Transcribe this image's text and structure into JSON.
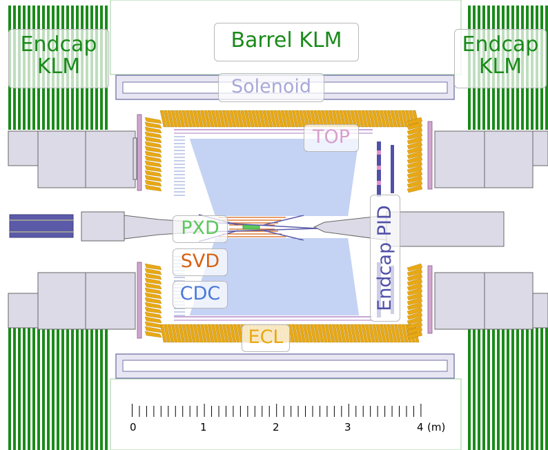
{
  "labels": {
    "barrel_klm": "Barrel KLM",
    "endcap_klm_left_line1": "Endcap",
    "endcap_klm_left_line2": "KLM",
    "endcap_klm_right_line1": "Endcap",
    "endcap_klm_right_line2": "KLM",
    "solenoid": "Solenoid",
    "top": "TOP",
    "pxd": "PXD",
    "svd": "SVD",
    "cdc": "CDC",
    "ecl": "ECL",
    "endcap_pid": "Endcap PID"
  },
  "colors": {
    "klm": "#1a8a1a",
    "solenoid": "#a8a8d8",
    "top": "#d6a0cf",
    "pxd": "#5cc85c",
    "svd": "#d86010",
    "cdc": "#4a78d8",
    "ecl": "#e8a814",
    "endcap_pid": "#5050a8",
    "magnet_gray": "#dcdae6",
    "beampipe": "#5a5aa8"
  },
  "scale": {
    "ticks": [
      "0",
      "1",
      "2",
      "3",
      "4"
    ],
    "unit": "(m)"
  }
}
